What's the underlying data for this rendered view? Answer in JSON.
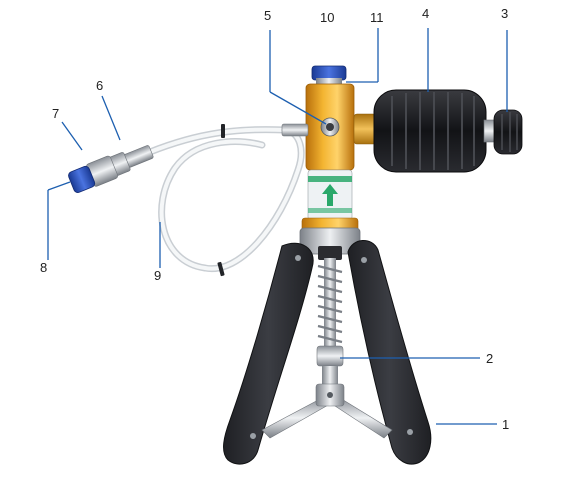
{
  "callouts": [
    {
      "id": "1",
      "text": "1"
    },
    {
      "id": "2",
      "text": "2"
    },
    {
      "id": "3",
      "text": "3"
    },
    {
      "id": "4",
      "text": "4"
    },
    {
      "id": "5",
      "text": "5"
    },
    {
      "id": "6",
      "text": "6"
    },
    {
      "id": "7",
      "text": "7"
    },
    {
      "id": "8",
      "text": "8"
    },
    {
      "id": "9",
      "text": "9"
    },
    {
      "id": "10",
      "text": "10"
    },
    {
      "id": "11",
      "text": "11"
    }
  ],
  "colors": {
    "handle": "#2b2c30",
    "body_orange": "#e69a1c",
    "knob": "#1e1f22",
    "cap_blue": "#2a4fb8",
    "steel": "#b8bcc2",
    "tube": "#e4e7ea",
    "leader": "#1d5fb0",
    "label_green": "#2aa86a"
  },
  "icons": [
    "hand-pump-illustration"
  ]
}
